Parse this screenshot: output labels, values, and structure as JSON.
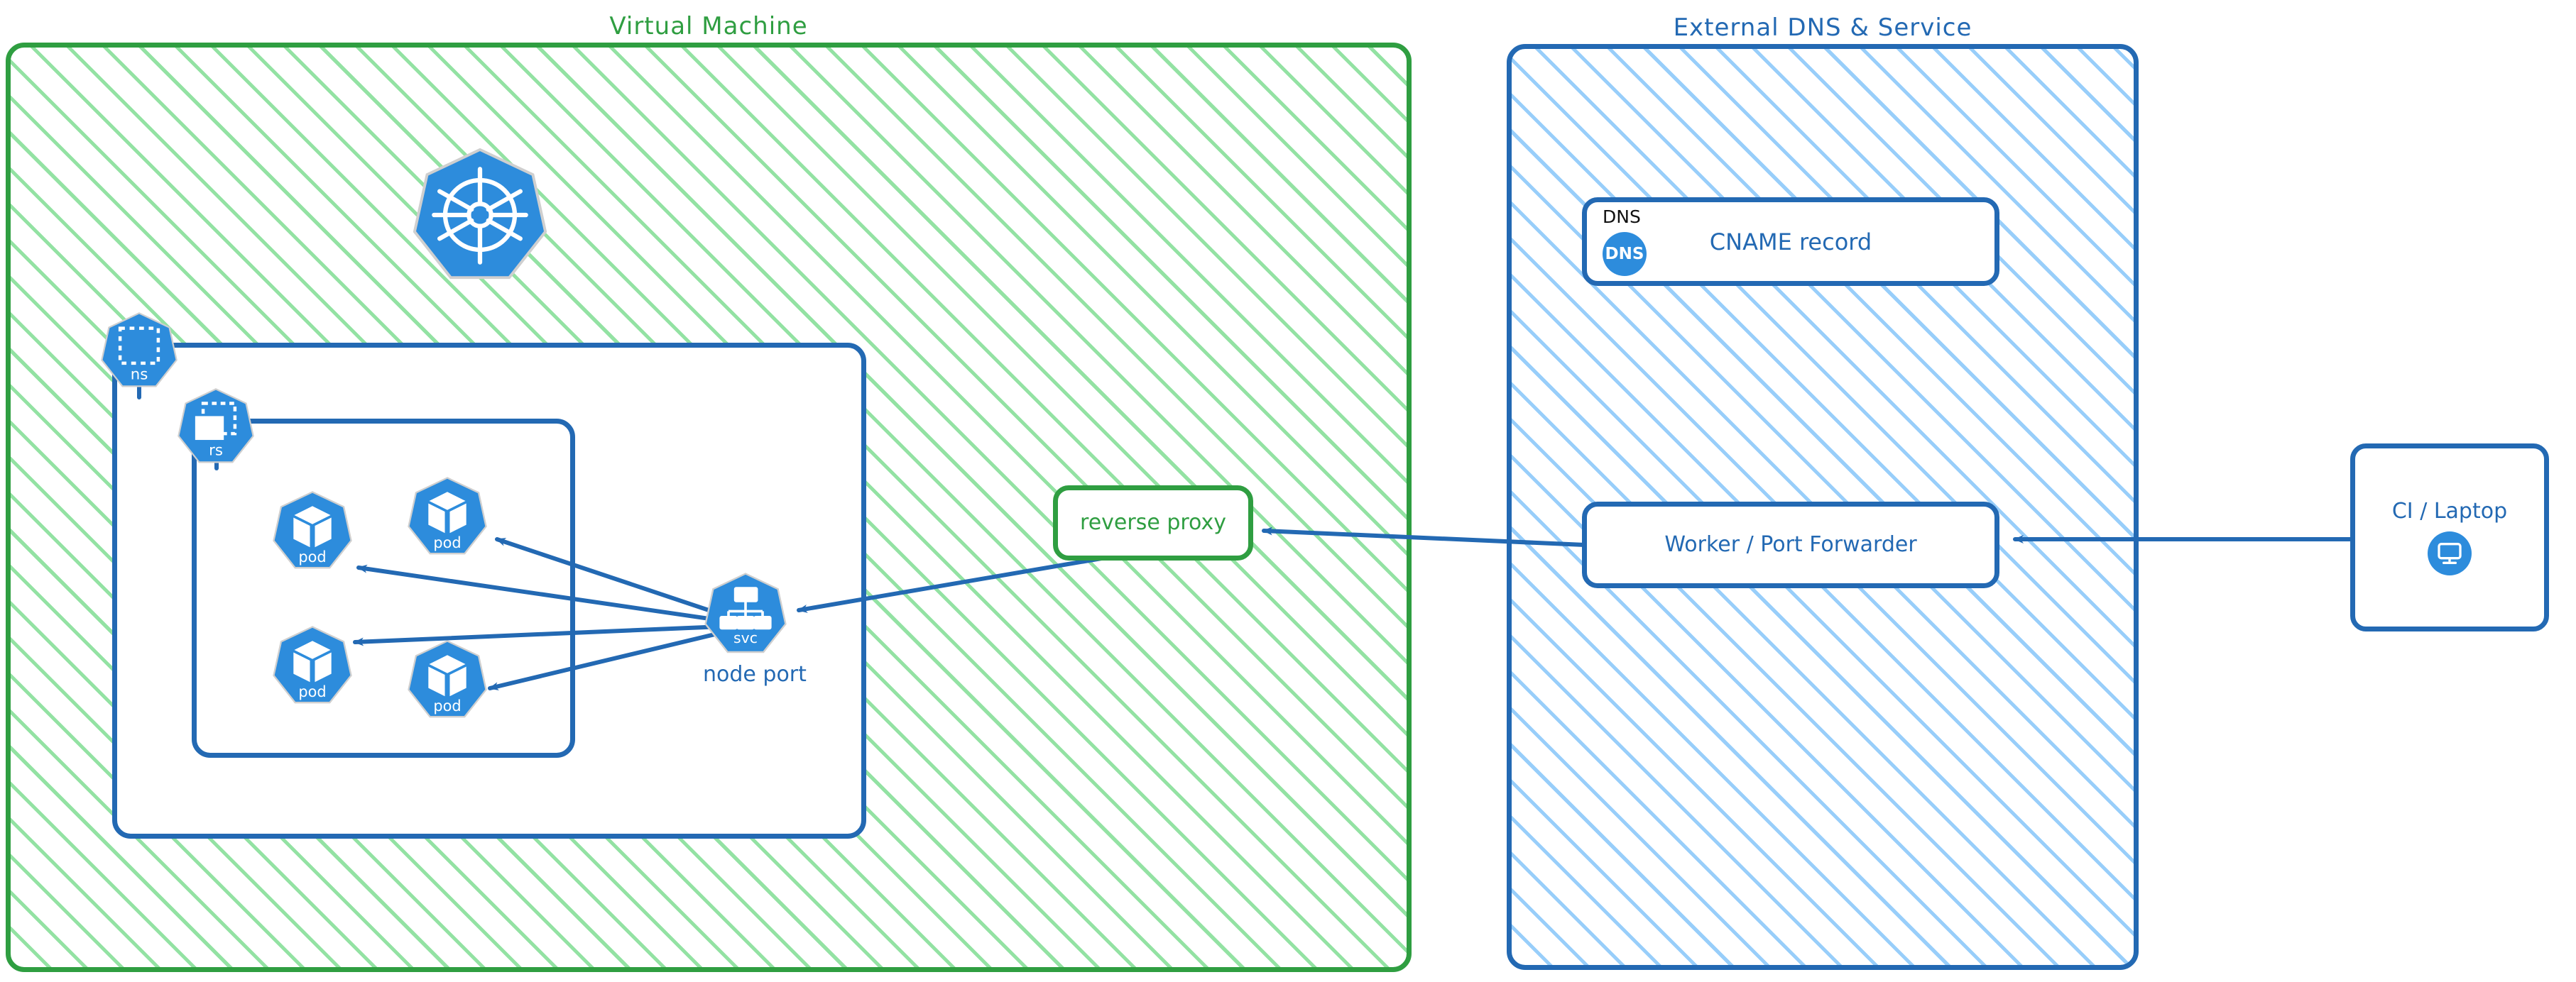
{
  "groups": {
    "vm": {
      "title": "Virtual Machine",
      "color": "#2f9e41",
      "hatch": "#8de09e"
    },
    "external": {
      "title": "External DNS & Service",
      "color": "#2369b3",
      "hatch": "#92cbfa"
    }
  },
  "k8s": {
    "logo_name": "kubernetes-helm-wheel",
    "namespace": {
      "badge": "ns",
      "icon": "namespace-icon"
    },
    "replicaset": {
      "badge": "rs",
      "icon": "replicaset-icon"
    },
    "service": {
      "badge": "svc",
      "icon": "service-icon",
      "caption": "node port"
    },
    "pods": [
      {
        "badge": "pod",
        "icon": "pod-cube-icon"
      },
      {
        "badge": "pod",
        "icon": "pod-cube-icon"
      },
      {
        "badge": "pod",
        "icon": "pod-cube-icon"
      },
      {
        "badge": "pod",
        "icon": "pod-cube-icon"
      }
    ]
  },
  "nodes": {
    "reverse_proxy": {
      "label": "reverse proxy",
      "color": "#2f9e41"
    },
    "dns": {
      "tag": "DNS",
      "icon_label": "DNS",
      "label": "CNAME record",
      "color": "#2369b3"
    },
    "worker": {
      "label": "Worker / Port Forwarder",
      "color": "#2369b3"
    },
    "ci": {
      "label": "CI / Laptop",
      "icon": "desktop-monitor-icon",
      "color": "#2369b3"
    }
  },
  "edges": [
    {
      "from": "ci",
      "to": "worker",
      "style": "solid-arrow"
    },
    {
      "from": "worker",
      "to": "reverse-proxy",
      "style": "solid-arrow"
    },
    {
      "from": "reverse-proxy",
      "to": "node-port-svc",
      "style": "solid-arrow"
    },
    {
      "from": "node-port-svc",
      "to": "pod-1",
      "style": "solid-arrow"
    },
    {
      "from": "node-port-svc",
      "to": "pod-2",
      "style": "solid-arrow"
    },
    {
      "from": "node-port-svc",
      "to": "pod-3",
      "style": "solid-arrow"
    },
    {
      "from": "node-port-svc",
      "to": "pod-4",
      "style": "solid-arrow"
    }
  ],
  "palette": {
    "k8s_blue": "#2d8cdc",
    "stroke_blue": "#2369b3",
    "stroke_green": "#2f9e41",
    "white": "#ffffff",
    "black": "#111111"
  }
}
